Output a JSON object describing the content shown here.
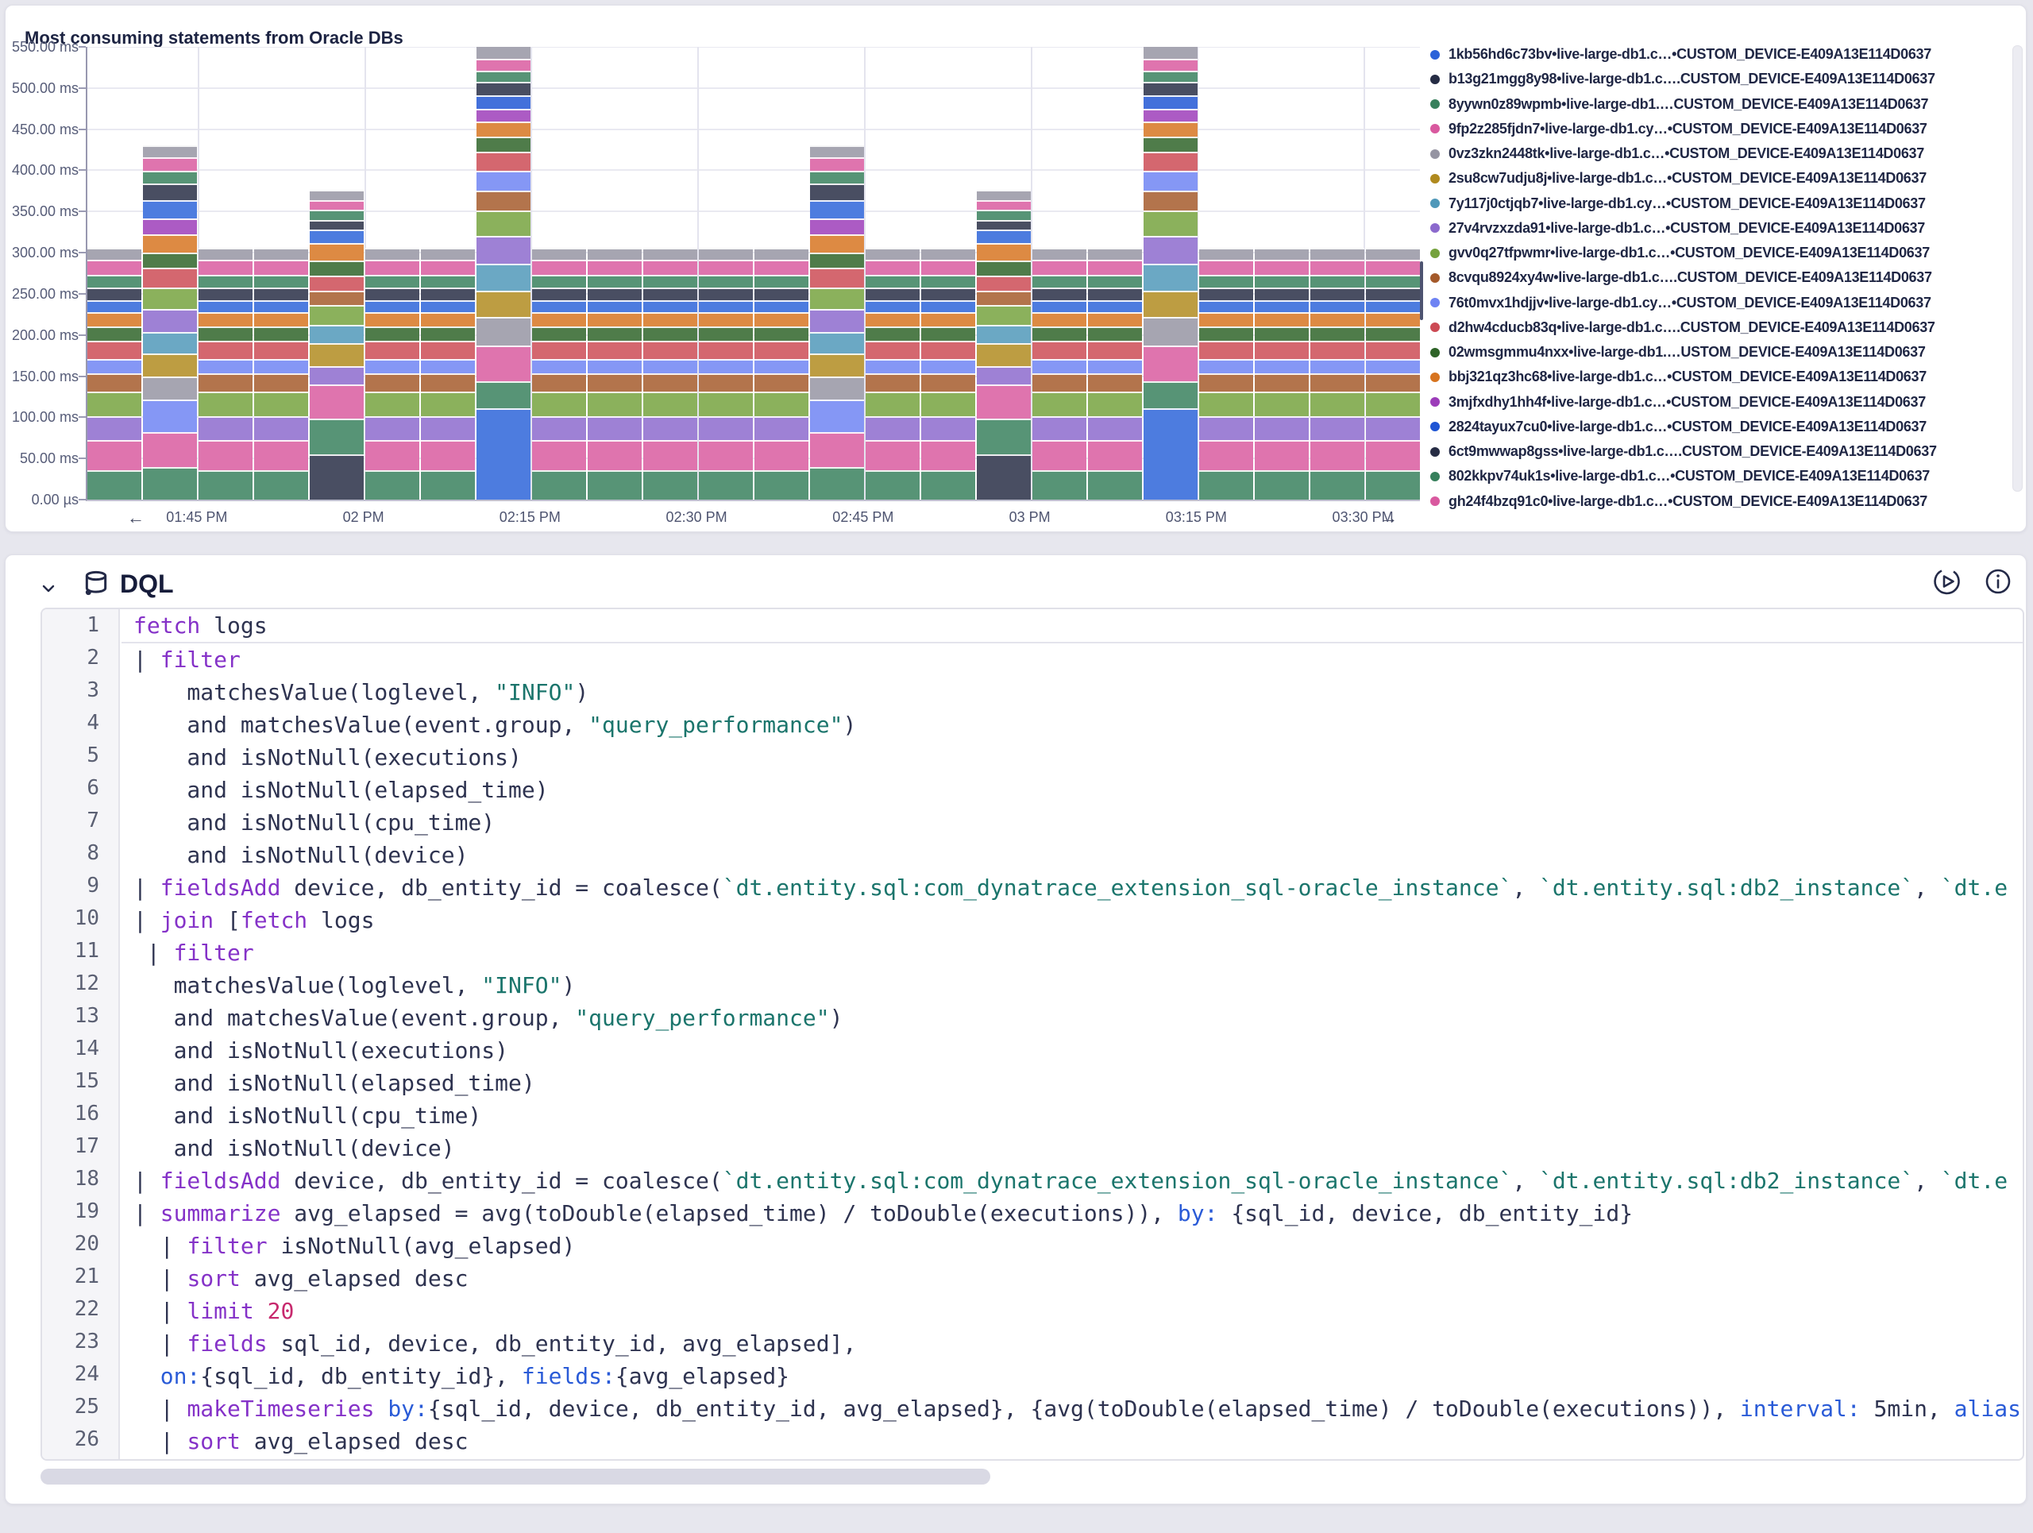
{
  "chart": {
    "title": "Most consuming statements from Oracle DBs",
    "nav_left": "←",
    "nav_right": "→",
    "y_ticks": [
      {
        "v": 550,
        "label": "550.00 ms"
      },
      {
        "v": 500,
        "label": "500.00 ms"
      },
      {
        "v": 450,
        "label": "450.00 ms"
      },
      {
        "v": 400,
        "label": "400.00 ms"
      },
      {
        "v": 350,
        "label": "350.00 ms"
      },
      {
        "v": 300,
        "label": "300.00 ms"
      },
      {
        "v": 250,
        "label": "250.00 ms"
      },
      {
        "v": 200,
        "label": "200.00 ms"
      },
      {
        "v": 150,
        "label": "150.00 ms"
      },
      {
        "v": 100,
        "label": "100.00 ms"
      },
      {
        "v": 50,
        "label": "50.00 ms"
      },
      {
        "v": 0,
        "label": "0.00 µs"
      }
    ],
    "x_ticks": [
      {
        "pos": 2,
        "label": "01:45 PM"
      },
      {
        "pos": 5,
        "label": "02 PM"
      },
      {
        "pos": 8,
        "label": "02:15 PM"
      },
      {
        "pos": 11,
        "label": "02:30 PM"
      },
      {
        "pos": 14,
        "label": "02:45 PM"
      },
      {
        "pos": 17,
        "label": "03 PM"
      },
      {
        "pos": 20,
        "label": "03:15 PM"
      },
      {
        "pos": 23,
        "label": "03:30 PM"
      }
    ],
    "series": [
      {
        "label": "1kb56hd6c73bv•live-large-db1.c…•CUSTOM_DEVICE-E409A13E114D0637",
        "color": "#2b63d9"
      },
      {
        "label": "b13g21mgg8y98•live-large-db1.c….CUSTOM_DEVICE-E409A13E114D0637",
        "color": "#262c44"
      },
      {
        "label": "8yywn0z89wpmb•live-large-db1.…CUSTOM_DEVICE-E409A13E114D0637",
        "color": "#37805c"
      },
      {
        "label": "9fp2z285fjdn7•live-large-db1.cy…•CUSTOM_DEVICE-E409A13E114D0637",
        "color": "#d9599f"
      },
      {
        "label": "0vz3zkn2448tk•live-large-db1.c…•CUSTOM_DEVICE-E409A13E114D0637",
        "color": "#9594a2"
      },
      {
        "label": "2su8cw7udju8j•live-large-db1.c…•CUSTOM_DEVICE-E409A13E114D0637",
        "color": "#b08a1e"
      },
      {
        "label": "7y117j0ctjqb7•live-large-db1.cy…•CUSTOM_DEVICE-E409A13E114D0637",
        "color": "#4f98b9"
      },
      {
        "label": "27v4rvzxzda91•live-large-db1.c…•CUSTOM_DEVICE-E409A13E114D0637",
        "color": "#8b69cd"
      },
      {
        "label": "gvv0q27tfpwmr•live-large-db1.c…•CUSTOM_DEVICE-E409A13E114D0637",
        "color": "#75a23d"
      },
      {
        "label": "8cvqu8924xy4w•live-large-db1.c….CUSTOM_DEVICE-E409A13E114D0637",
        "color": "#a4592a"
      },
      {
        "label": "76t0mvx1hdjjv•live-large-db1.cy…•CUSTOM_DEVICE-E409A13E114D0637",
        "color": "#6e83f3"
      },
      {
        "label": "d2hw4cducb83q•live-large-db1.c….CUSTOM_DEVICE-E409A13E114D0637",
        "color": "#cc4a54"
      },
      {
        "label": "02wmsgmmu4nxx•live-large-db1.…USTOM_DEVICE-E409A13E114D0637",
        "color": "#2e6327"
      },
      {
        "label": "bbj321qz3hc68•live-large-db1.c…•CUSTOM_DEVICE-E409A13E114D0637",
        "color": "#d7741f"
      },
      {
        "label": "3mjfxdhy1hh4f•live-large-db1.c…•CUSTOM_DEVICE-E409A13E114D0637",
        "color": "#9c3cb9"
      },
      {
        "label": "2824tayux7cu0•live-large-db1.c…•CUSTOM_DEVICE-E409A13E114D0637",
        "color": "#1f55d4"
      },
      {
        "label": "6ct9mwwap8gss•live-large-db1.c….CUSTOM_DEVICE-E409A13E114D0637",
        "color": "#262c44"
      },
      {
        "label": "802kkpv74uk1s•live-large-db1.c…•CUSTOM_DEVICE-E409A13E114D0637",
        "color": "#37805c"
      },
      {
        "label": "gh24f4bzq91c0•live-large-db1.c…•CUSTOM_DEVICE-E409A13E114D0637",
        "color": "#d9599f"
      }
    ],
    "chart_data": {
      "type": "stacked_bar",
      "unit": "ms",
      "ylim": [
        0,
        550
      ],
      "interval": "5min",
      "bar_times": [
        "01:35 PM",
        "01:40 PM",
        "01:45 PM",
        "01:50 PM",
        "01:55 PM",
        "02:00 PM",
        "02:05 PM",
        "02:10 PM",
        "02:15 PM",
        "02:20 PM",
        "02:25 PM",
        "02:30 PM",
        "02:35 PM",
        "02:40 PM",
        "02:45 PM",
        "02:50 PM",
        "02:55 PM",
        "03:00 PM",
        "03:05 PM",
        "03:10 PM",
        "03:15 PM",
        "03:20 PM",
        "03:25 PM",
        "03:30 PM"
      ],
      "archetypes": {
        "normal": [
          [
            3,
            36
          ],
          [
            4,
            36
          ],
          [
            8,
            29
          ],
          [
            9,
            30
          ],
          [
            10,
            22
          ],
          [
            11,
            18
          ],
          [
            12,
            22
          ],
          [
            13,
            17
          ],
          [
            14,
            18
          ],
          [
            1,
            14
          ],
          [
            2,
            16
          ],
          [
            18,
            15
          ],
          [
            19,
            18
          ],
          [
            5,
            15
          ]
        ],
        "tallA": [
          [
            3,
            40
          ],
          [
            4,
            42
          ],
          [
            11,
            40
          ],
          [
            5,
            28
          ],
          [
            6,
            28
          ],
          [
            7,
            26
          ],
          [
            8,
            28
          ],
          [
            9,
            26
          ],
          [
            12,
            24
          ],
          [
            13,
            18
          ],
          [
            14,
            22
          ],
          [
            15,
            20
          ],
          [
            1,
            22
          ],
          [
            2,
            20
          ],
          [
            18,
            16
          ],
          [
            19,
            16
          ],
          [
            5,
            14
          ]
        ],
        "medB": [
          [
            2,
            55
          ],
          [
            3,
            43
          ],
          [
            4,
            42
          ],
          [
            8,
            22
          ],
          [
            6,
            28
          ],
          [
            7,
            22
          ],
          [
            9,
            24
          ],
          [
            10,
            18
          ],
          [
            12,
            18
          ],
          [
            13,
            18
          ],
          [
            14,
            22
          ],
          [
            1,
            16
          ],
          [
            17,
            12
          ],
          [
            18,
            12
          ],
          [
            19,
            12
          ],
          [
            5,
            12
          ]
        ],
        "tallC": [
          [
            1,
            111
          ],
          [
            3,
            33
          ],
          [
            4,
            43
          ],
          [
            5,
            35
          ],
          [
            6,
            32
          ],
          [
            7,
            33
          ],
          [
            8,
            33
          ],
          [
            9,
            31
          ],
          [
            10,
            24
          ],
          [
            11,
            24
          ],
          [
            12,
            24
          ],
          [
            13,
            18
          ],
          [
            14,
            18
          ],
          [
            15,
            16
          ],
          [
            16,
            16
          ],
          [
            17,
            16
          ],
          [
            18,
            14
          ],
          [
            19,
            14
          ],
          [
            5,
            21
          ]
        ]
      },
      "bar_pattern": [
        "normal",
        "tallA",
        "normal",
        "normal",
        "medB",
        "normal",
        "normal",
        "tallC",
        "normal",
        "normal",
        "normal",
        "normal",
        "normal",
        "tallA",
        "normal",
        "normal",
        "medB",
        "normal",
        "normal",
        "tallC",
        "normal",
        "normal",
        "normal",
        "normal"
      ]
    }
  },
  "dql": {
    "title": "DQL",
    "lines": [
      {
        "n": 1,
        "tokens": [
          [
            "k",
            "fetch"
          ],
          [
            "t",
            " logs"
          ]
        ]
      },
      {
        "n": 2,
        "tokens": [
          [
            "t",
            "| "
          ],
          [
            "k",
            "filter"
          ]
        ]
      },
      {
        "n": 3,
        "tokens": [
          [
            "t",
            "    matchesValue(loglevel, "
          ],
          [
            "s",
            "\"INFO\""
          ],
          [
            "t",
            ")"
          ]
        ]
      },
      {
        "n": 4,
        "tokens": [
          [
            "t",
            "    and matchesValue(event.group, "
          ],
          [
            "s",
            "\"query_performance\""
          ],
          [
            "t",
            ")"
          ]
        ]
      },
      {
        "n": 5,
        "tokens": [
          [
            "t",
            "    and isNotNull(executions)"
          ]
        ]
      },
      {
        "n": 6,
        "tokens": [
          [
            "t",
            "    and isNotNull(elapsed_time)"
          ]
        ]
      },
      {
        "n": 7,
        "tokens": [
          [
            "t",
            "    and isNotNull(cpu_time)"
          ]
        ]
      },
      {
        "n": 8,
        "tokens": [
          [
            "t",
            "    and isNotNull(device)"
          ]
        ]
      },
      {
        "n": 9,
        "tokens": [
          [
            "t",
            "| "
          ],
          [
            "k",
            "fieldsAdd"
          ],
          [
            "t",
            " device, db_entity_id = coalesce("
          ],
          [
            "s",
            "`dt.entity.sql:com_dynatrace_extension_sql-oracle_instance`"
          ],
          [
            "t",
            ", "
          ],
          [
            "s",
            "`dt.entity.sql:db2_instance`"
          ],
          [
            "t",
            ", "
          ],
          [
            "s",
            "`dt.e"
          ]
        ]
      },
      {
        "n": 10,
        "tokens": [
          [
            "t",
            "| "
          ],
          [
            "k",
            "join"
          ],
          [
            "t",
            " ["
          ],
          [
            "k",
            "fetch"
          ],
          [
            "t",
            " logs"
          ]
        ]
      },
      {
        "n": 11,
        "tokens": [
          [
            "t",
            " | "
          ],
          [
            "k",
            "filter"
          ]
        ]
      },
      {
        "n": 12,
        "tokens": [
          [
            "t",
            "   matchesValue(loglevel, "
          ],
          [
            "s",
            "\"INFO\""
          ],
          [
            "t",
            ")"
          ]
        ]
      },
      {
        "n": 13,
        "tokens": [
          [
            "t",
            "   and matchesValue(event.group, "
          ],
          [
            "s",
            "\"query_performance\""
          ],
          [
            "t",
            ")"
          ]
        ]
      },
      {
        "n": 14,
        "tokens": [
          [
            "t",
            "   and isNotNull(executions)"
          ]
        ]
      },
      {
        "n": 15,
        "tokens": [
          [
            "t",
            "   and isNotNull(elapsed_time)"
          ]
        ]
      },
      {
        "n": 16,
        "tokens": [
          [
            "t",
            "   and isNotNull(cpu_time)"
          ]
        ]
      },
      {
        "n": 17,
        "tokens": [
          [
            "t",
            "   and isNotNull(device)"
          ]
        ]
      },
      {
        "n": 18,
        "tokens": [
          [
            "t",
            "| "
          ],
          [
            "k",
            "fieldsAdd"
          ],
          [
            "t",
            " device, db_entity_id = coalesce("
          ],
          [
            "s",
            "`dt.entity.sql:com_dynatrace_extension_sql-oracle_instance`"
          ],
          [
            "t",
            ", "
          ],
          [
            "s",
            "`dt.entity.sql:db2_instance`"
          ],
          [
            "t",
            ", "
          ],
          [
            "s",
            "`dt.e"
          ]
        ]
      },
      {
        "n": 19,
        "tokens": [
          [
            "t",
            "| "
          ],
          [
            "k",
            "summarize"
          ],
          [
            "t",
            " avg_elapsed = avg(toDouble(elapsed_time) / toDouble(executions)), "
          ],
          [
            "p",
            "by:"
          ],
          [
            "t",
            " {sql_id, device, db_entity_id}"
          ]
        ]
      },
      {
        "n": 20,
        "tokens": [
          [
            "t",
            "  | "
          ],
          [
            "k",
            "filter"
          ],
          [
            "t",
            " isNotNull(avg_elapsed)"
          ]
        ]
      },
      {
        "n": 21,
        "tokens": [
          [
            "t",
            "  | "
          ],
          [
            "k",
            "sort"
          ],
          [
            "t",
            " avg_elapsed desc"
          ]
        ]
      },
      {
        "n": 22,
        "tokens": [
          [
            "t",
            "  | "
          ],
          [
            "k",
            "limit"
          ],
          [
            "t",
            " "
          ],
          [
            "n2",
            "20"
          ]
        ]
      },
      {
        "n": 23,
        "tokens": [
          [
            "t",
            "  | "
          ],
          [
            "k",
            "fields"
          ],
          [
            "t",
            " sql_id, device, db_entity_id, avg_elapsed],"
          ]
        ]
      },
      {
        "n": 24,
        "tokens": [
          [
            "t",
            "  "
          ],
          [
            "p",
            "on:"
          ],
          [
            "t",
            "{sql_id, db_entity_id}, "
          ],
          [
            "p",
            "fields:"
          ],
          [
            "t",
            "{avg_elapsed}"
          ]
        ]
      },
      {
        "n": 25,
        "tokens": [
          [
            "t",
            "  | "
          ],
          [
            "k",
            "makeTimeseries"
          ],
          [
            "t",
            " "
          ],
          [
            "p",
            "by:"
          ],
          [
            "t",
            "{sql_id, device, db_entity_id, avg_elapsed}, {avg(toDouble(elapsed_time) / toDouble(executions)), "
          ],
          [
            "p",
            "interval:"
          ],
          [
            "t",
            " 5min, "
          ],
          [
            "p",
            "alias"
          ]
        ]
      },
      {
        "n": 26,
        "tokens": [
          [
            "t",
            "  | "
          ],
          [
            "k",
            "sort"
          ],
          [
            "t",
            " avg_elapsed desc"
          ]
        ]
      }
    ]
  }
}
